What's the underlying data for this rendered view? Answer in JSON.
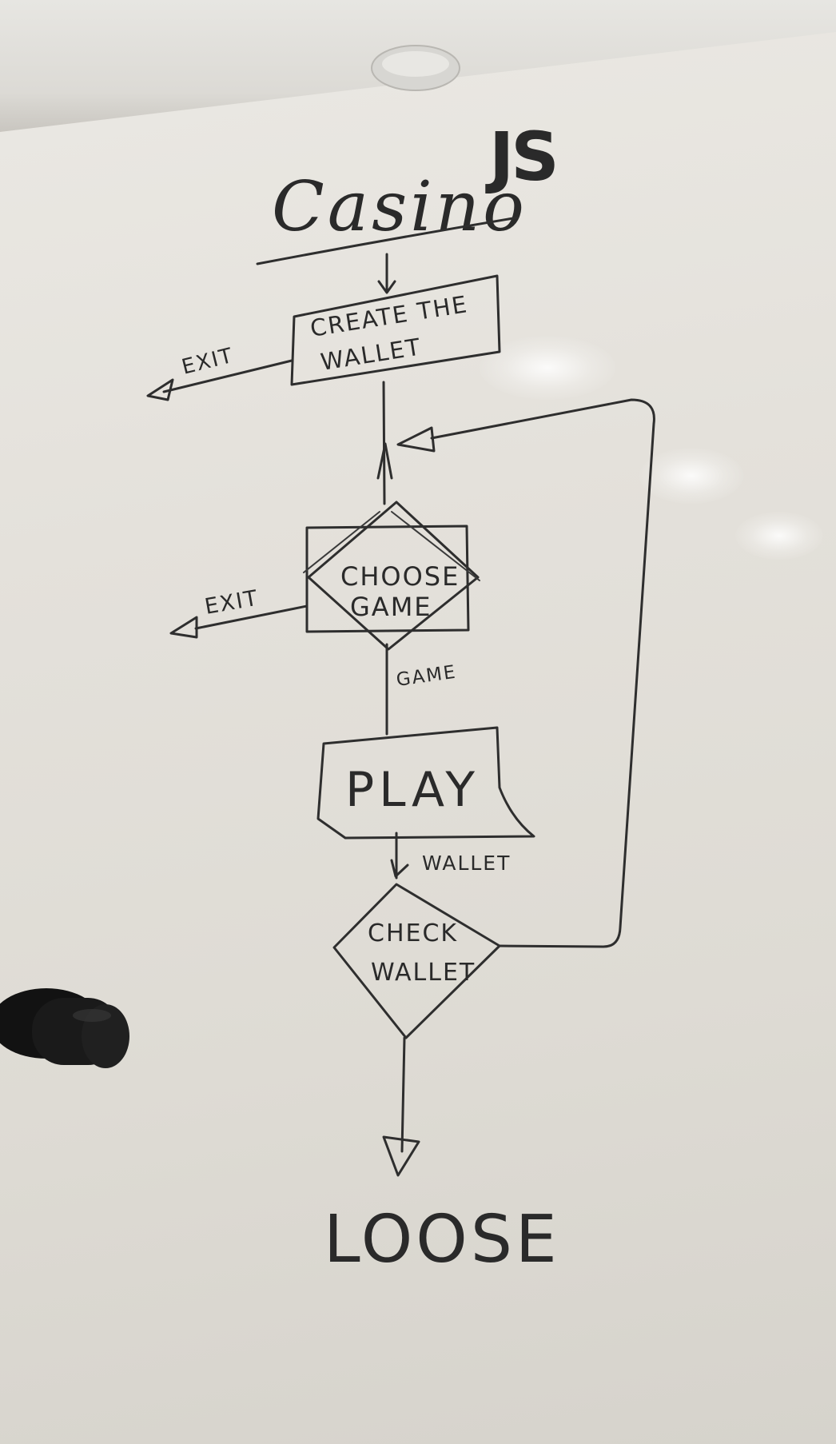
{
  "title": {
    "text": "Casino",
    "suffix": "JS"
  },
  "nodes": {
    "create_wallet": {
      "line1": "CREATE THE",
      "line2": "WALLET"
    },
    "choose_game": {
      "line1": "CHOOSE",
      "line2": "GAME"
    },
    "play": {
      "label": "PLAY"
    },
    "check_wallet": {
      "line1": "CHECK",
      "line2": "WALLET"
    },
    "loose": {
      "label": "LOOSE"
    }
  },
  "edges": {
    "exit_from_wallet": "EXIT",
    "exit_from_game": "EXIT",
    "game_to_play": "GAME",
    "play_to_check": "WALLET"
  },
  "colors": {
    "marker": "#2e2e2e",
    "board": "#e4e1db"
  },
  "icons": {
    "magnet": "black-magnet-icon"
  }
}
